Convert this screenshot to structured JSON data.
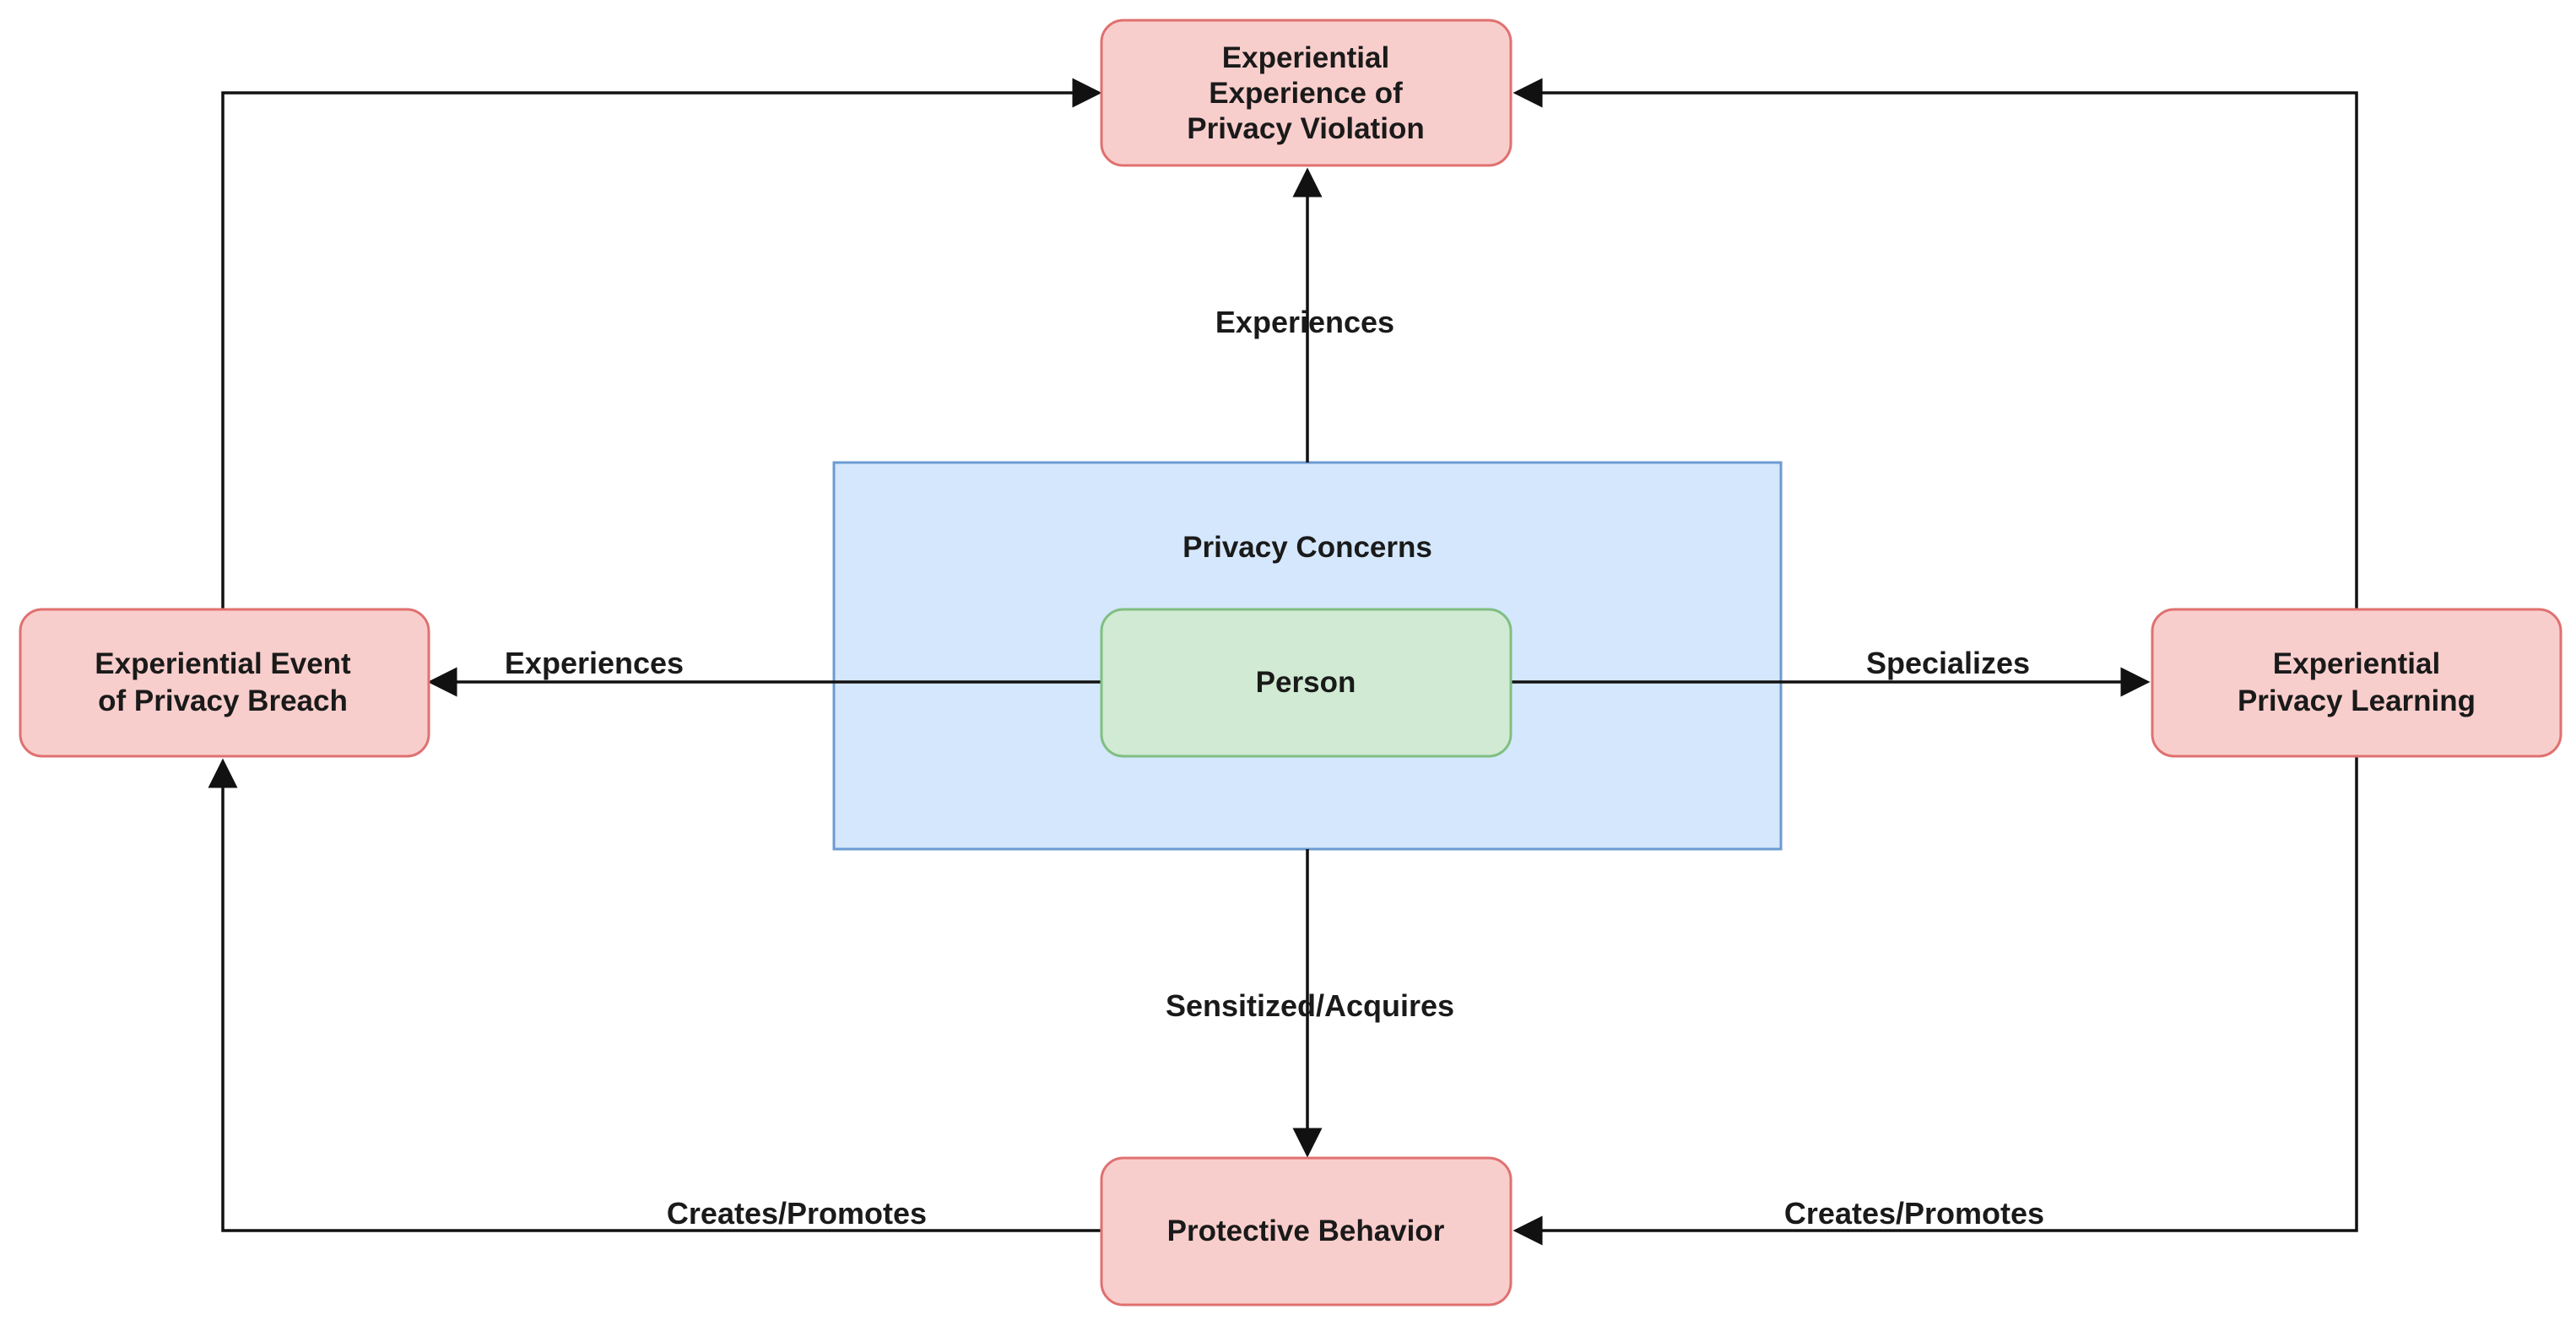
{
  "colors": {
    "pink_fill": "#f8cecc",
    "pink_stroke": "#e07070",
    "blue_fill": "#d4e7fc",
    "blue_stroke": "#6c9bd2",
    "green_fill": "#d1ead3",
    "green_stroke": "#7fbf82",
    "edge": "#111111"
  },
  "nodes": {
    "violation": {
      "lines": [
        "Experiential",
        "Experience of",
        "Privacy Violation"
      ]
    },
    "breach": {
      "lines": [
        "Experiential Event",
        "of Privacy Breach"
      ]
    },
    "learning": {
      "lines": [
        "Experiential",
        "Privacy Learning"
      ]
    },
    "protective": {
      "lines": [
        "Protective Behavior"
      ]
    },
    "concerns": {
      "label": "Privacy Concerns"
    },
    "person": {
      "label": "Person"
    }
  },
  "edges": {
    "concerns_to_violation": "Experiences",
    "person_to_breach": "Experiences",
    "person_to_learning": "Specializes",
    "concerns_to_protective": "Sensitized/Acquires",
    "protective_to_breach": "Creates/Promotes",
    "learning_to_protective": "Creates/Promotes"
  }
}
